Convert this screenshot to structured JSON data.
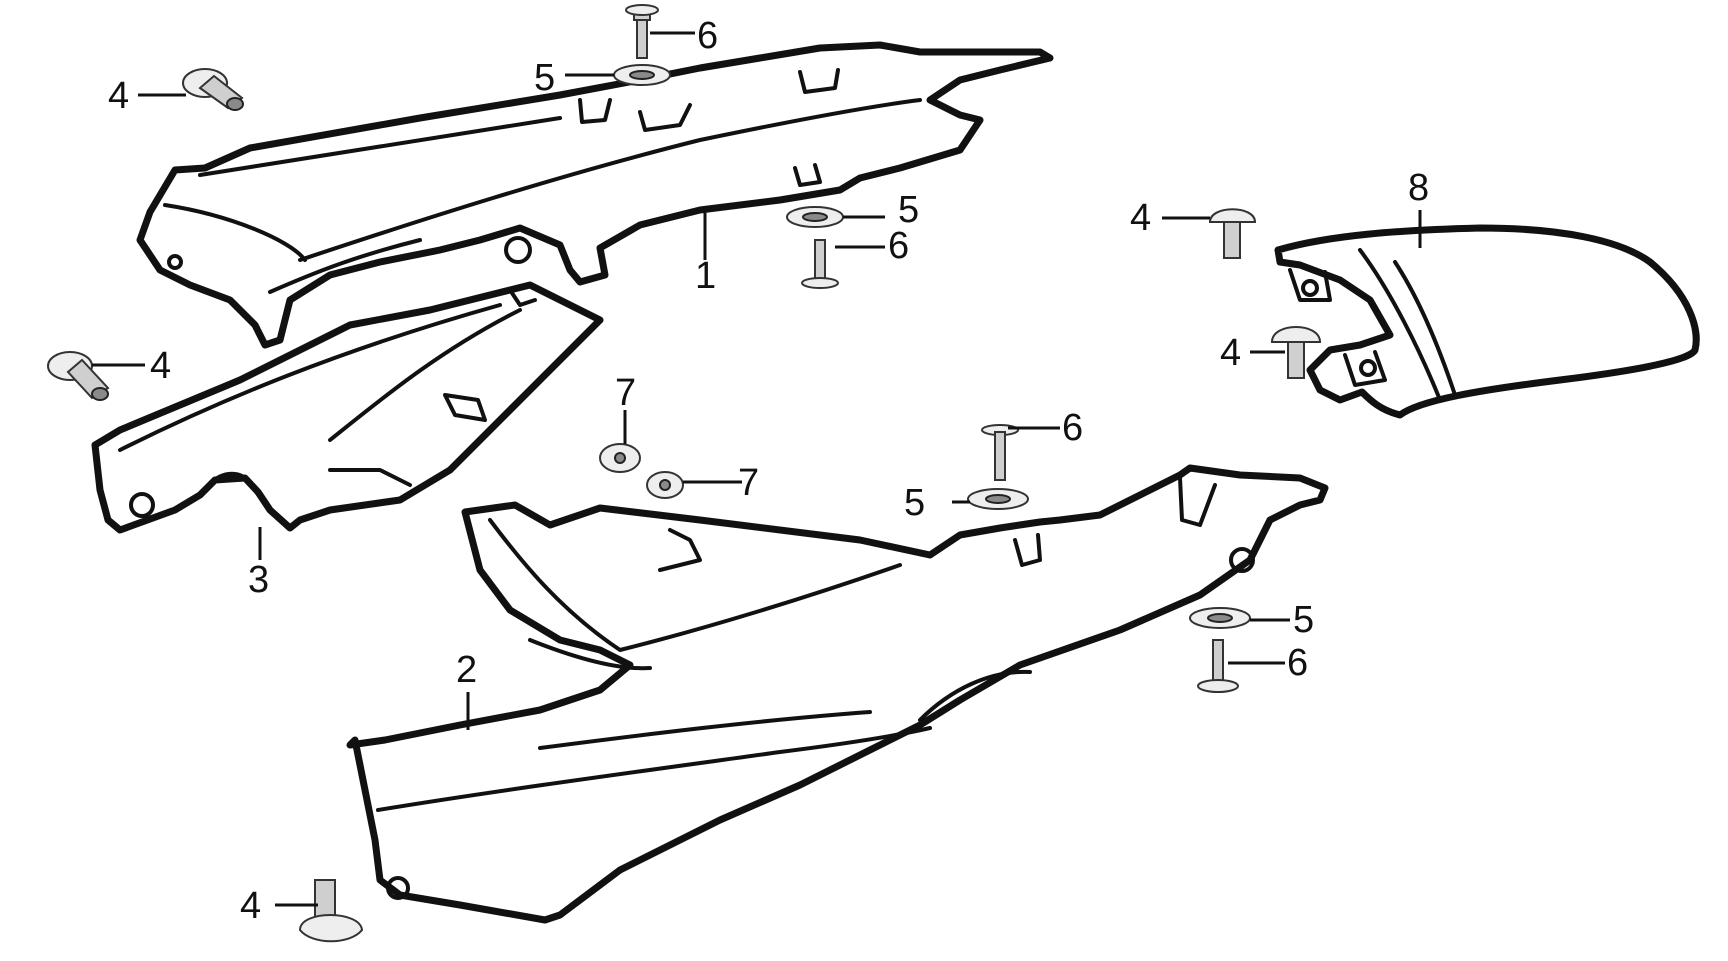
{
  "labels": {
    "p1": "1",
    "p2": "2",
    "p3": "3",
    "p4a": "4",
    "p4b": "4",
    "p4c": "4",
    "p4d": "4",
    "p4e": "4",
    "p5a": "5",
    "p5b": "5",
    "p5c": "5",
    "p5d": "5",
    "p6a": "6",
    "p6b": "6",
    "p6c": "6",
    "p6d": "6",
    "p7a": "7",
    "p7b": "7",
    "p8": "8"
  },
  "colors": {
    "line": "#111111",
    "hardware": "#cfcfcf",
    "background": "#ffffff"
  }
}
